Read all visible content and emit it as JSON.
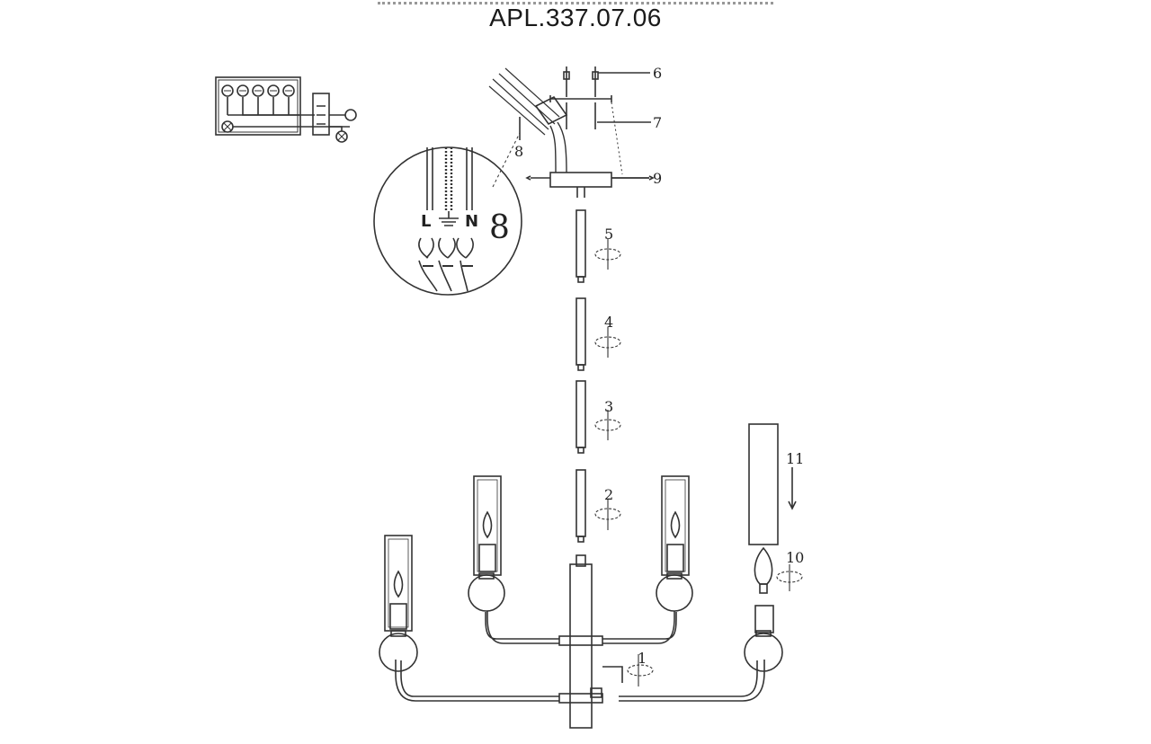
{
  "title": "APL.337.07.06",
  "callouts": {
    "c1": "1",
    "c2": "2",
    "c3": "3",
    "c4": "4",
    "c5": "5",
    "c6": "6",
    "c7": "7",
    "c8": "8",
    "c9": "9",
    "c10": "10",
    "c11": "11"
  },
  "wiring": {
    "live": "L",
    "neutral": "N",
    "detail_number": "8"
  },
  "colors": {
    "line": "#333333",
    "paper": "#ffffff"
  },
  "icons": [
    "ground-symbol-icon",
    "rotate-arrow-icon",
    "lamp-bulb-icon",
    "terminal-block-icon"
  ]
}
